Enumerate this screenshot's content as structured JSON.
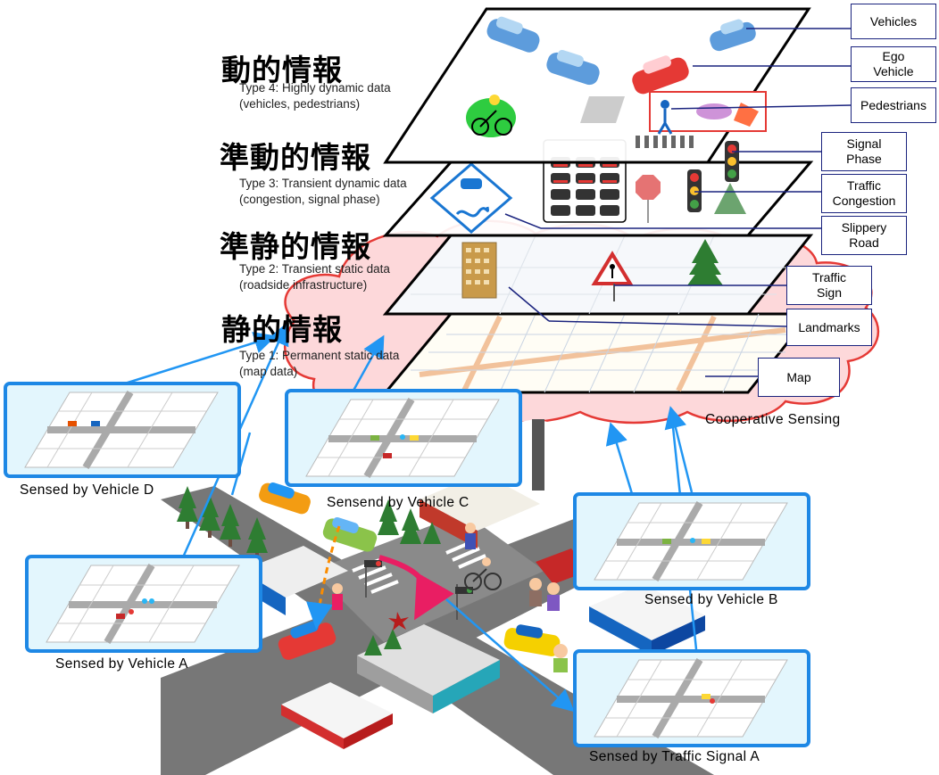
{
  "layers": [
    {
      "jp": "動的情報",
      "en": "Type 4: Highly dynamic data\n(vehicles, pedestrians)"
    },
    {
      "jp": "準動的情報",
      "en": "Type 3: Transient dynamic data\n(congestion, signal phase)"
    },
    {
      "jp": "準静的情報",
      "en": "Type 2: Transient static data\n(roadside infrastructure)"
    },
    {
      "jp": "静的情報",
      "en": "Type 1: Permanent static data\n(map data)"
    }
  ],
  "callouts": {
    "vehicles": "Vehicles",
    "ego_vehicle": "Ego\nVehicle",
    "pedestrians": "Pedestrians",
    "signal_phase": "Signal\nPhase",
    "traffic_congestion": "Traffic\nCongestion",
    "slippery_road": "Slippery\nRoad",
    "traffic_sign": "Traffic\nSign",
    "landmarks": "Landmarks",
    "map": "Map"
  },
  "cooperative_sensing": "Cooperative Sensing",
  "sensor_panels": {
    "vehicle_d": "Sensed by Vehicle D",
    "vehicle_c": "Sensend by Vehicle C",
    "vehicle_a": "Sensed  by Vehicle A",
    "vehicle_b": "Sensed by Vehicle B",
    "signal_a": "Sensed  by Traffic Signal A"
  },
  "colors": {
    "panel_border": "#1e88e5",
    "panel_fill": "#e3f6fd",
    "arrow": "#2196f3",
    "cloud": "#fdd8da",
    "cloud_edge": "#e53935",
    "callout_border": "#1a237e"
  }
}
